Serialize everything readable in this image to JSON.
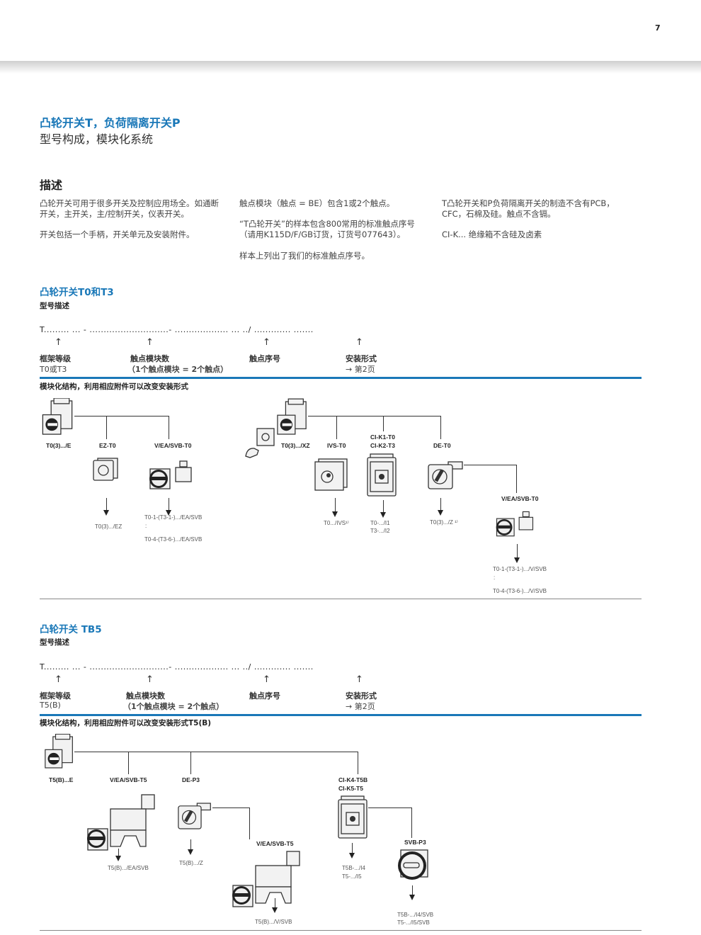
{
  "page_number": "7",
  "title": "凸轮开关T，负荷隔离开关P",
  "subtitle": "型号构成，模块化系统",
  "description": {
    "heading": "描述",
    "col1": [
      "凸轮开关可用于很多开关及控制应用场全。如通断开关，主开关，主/控制开关，仪表开关。",
      "开关包括一个手柄，开关单元及安装附件。"
    ],
    "col2": [
      "触点模块（触点 = BE）包含1或2个触点。",
      "“T凸轮开关”的样本包含800常用的标准触点序号（请用K115D/F/GB订货，订货号077643）。",
      "样本上列出了我们的标准触点序号。"
    ],
    "col3": [
      "T凸轮开关和P负荷隔离开关的制造不含有PCB，CFC，石棉及硅。触点不含镉。",
      "CI-K... 绝缘箱不含硅及卤素"
    ]
  },
  "section1": {
    "title": "凸轮开关T0和T3",
    "subtitle": "型号描述",
    "code": "T......... ... - ............................- ................... ... ../ ............. .......",
    "arrow": "↑",
    "fields": [
      {
        "label": "框架等级",
        "value": "T0或T3"
      },
      {
        "label": "触点模块数",
        "value": "（1个触点模块 = 2个触点）"
      },
      {
        "label": "触点序号",
        "value": ""
      },
      {
        "label": "安装形式",
        "value": "→ 第2页"
      }
    ],
    "caption": "模块化结构，利用相应附件可以改变安装形式",
    "nodes": {
      "base_e": "T0(3).../E",
      "ez": "EZ-T0",
      "ez_res": "T0(3).../EZ",
      "vea": "V/EA/SVB-T0",
      "vea_res1": "T0-1-(T3-1-).../EA/SVB",
      "vea_res2": "T0-4-(T3-6-).../EA/SVB",
      "base_xz": "T0(3).../XZ",
      "ivs": "IVS-T0",
      "ivs_res": "T0.../IVS¹⁾",
      "ci1": "CI-K1-T0",
      "ci2": "CI-K2-T3",
      "ci_res1": "T0-.../I1",
      "ci_res2": "T3-.../I2",
      "de": "DE-T0",
      "de_res": "T0(3).../Z ¹⁾",
      "vea2": "V/EA/SVB-T0",
      "vea2_res1": "T0-1-(T3-1-).../V/SVB",
      "vea2_res2": "T0-4-(T3-6-).../V/SVB",
      "dots": ":"
    }
  },
  "section2": {
    "title": "凸轮开关 TB5",
    "subtitle": "型号描述",
    "code": "T......... ... - ............................- ................... ... ../ ............. .......",
    "fields": [
      {
        "label": "框架等级",
        "value": "T5(B)"
      },
      {
        "label": "触点模块数",
        "value": "（1个触点模块 = 2个触点）"
      },
      {
        "label": "触点序号",
        "value": ""
      },
      {
        "label": "安装形式",
        "value": "→ 第2页"
      }
    ],
    "caption": "模块化结构，利用相应附件可以改变安装形式T5(B)",
    "nodes": {
      "base_e": "T5(B)...E",
      "vea": "V/EA/SVB-T5",
      "vea_res": "T5(B).../EA/SVB",
      "de": "DE-P3",
      "de_res": "T5(B).../Z",
      "vea2": "V/EA/SVB-T5",
      "vea2_res": "T5(B).../V/SVB",
      "ci1": "CI-K4-T5B",
      "ci2": "CI-K5-T5",
      "ci_res1": "T5B-.../I4",
      "ci_res2": "T5-.../I5",
      "svb": "SVB-P3",
      "svb_res1": "T5B-.../I4/SVB",
      "svb_res2": "T5-.../I5/SVB"
    }
  },
  "colors": {
    "accent": "#1a78b8"
  }
}
